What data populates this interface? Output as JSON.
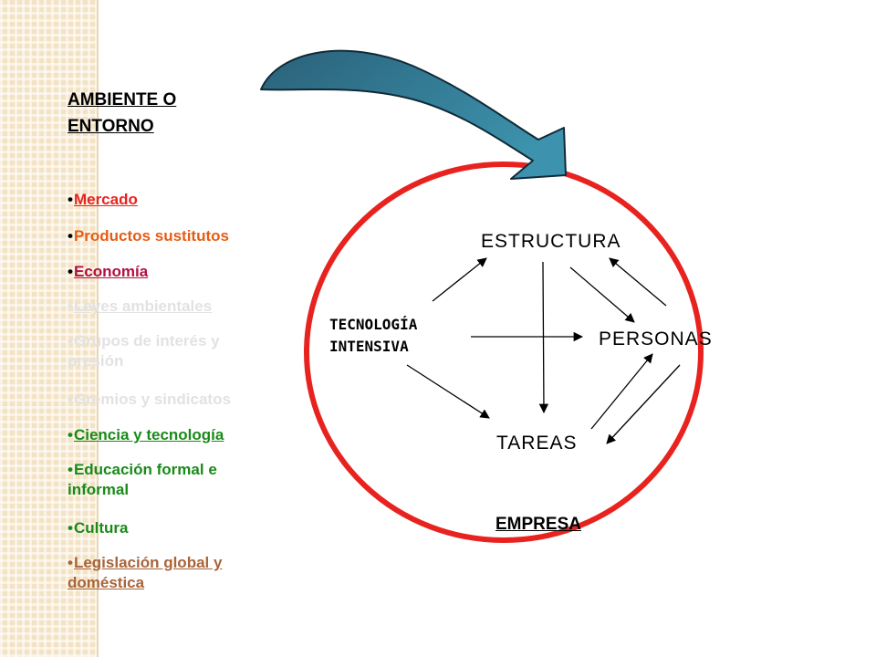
{
  "environment": {
    "title": "AMBIENTE O ENTORNO",
    "items": [
      {
        "bullet": "•",
        "text": "Mercado",
        "color": "#e8231f",
        "underline": true
      },
      {
        "bullet": "•",
        "text": "Productos sustitutos",
        "color": "#e65c14",
        "underline": false
      },
      {
        "bullet": "•",
        "text": "Economía",
        "color": "#b01040",
        "underline": true
      },
      {
        "bullet": "•",
        "text": "Leyes ambientales",
        "color": "#e2e2e2",
        "underline": true
      },
      {
        "bullet": "•",
        "text": "Grupos de interés y presión",
        "color": "#e2e2e2",
        "underline": false
      },
      {
        "bullet": "•",
        "text": "Gremios y sindicatos",
        "color": "#e2e2e2",
        "underline": false
      },
      {
        "bullet": "•",
        "text": "Ciencia y tecnología",
        "color": "#1a8a1a",
        "underline": true
      },
      {
        "bullet": "•",
        "text": "Educación formal e informal",
        "color": "#1a8a1a",
        "underline": false
      },
      {
        "bullet": "•",
        "text": "Cultura",
        "color": "#1a8a1a",
        "underline": false
      },
      {
        "bullet": "•",
        "text": "Legislación global y doméstica",
        "color": "#a8643a",
        "underline": true
      }
    ]
  },
  "diagram": {
    "structure": "ESTRUCTURA",
    "people": "PERSONAS",
    "tasks": "TAREAS",
    "technology": "TECNOLOGÍA INTENSIVA",
    "company": "EMPRESA"
  },
  "colors": {
    "circle": "#e8231f",
    "arrow_dark": "#2a6179",
    "arrow_light": "#3d93ad",
    "arrow_outline": "#102a38"
  }
}
